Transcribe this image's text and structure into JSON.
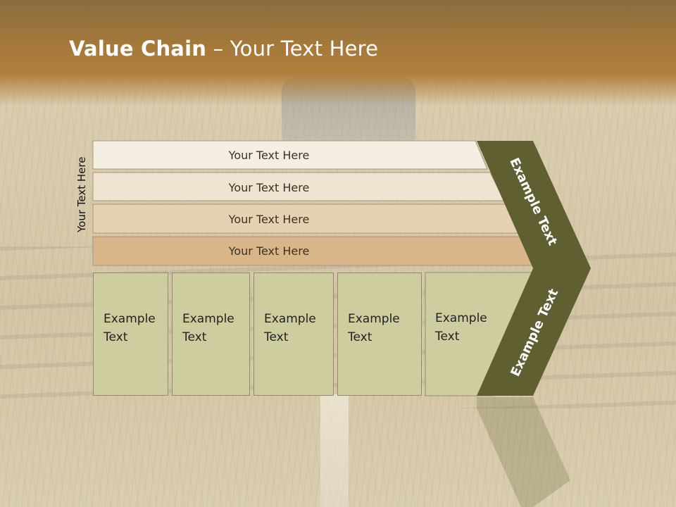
{
  "slide": {
    "title_bold": "Value Chain",
    "title_rest": " – Your Text Here",
    "side_label": "Your Text Here",
    "bars": [
      {
        "label": "Your Text Here",
        "color": "#f5efe3"
      },
      {
        "label": "Your Text Here",
        "color": "#efe3d2"
      },
      {
        "label": "Your Text Here",
        "color": "#e6d1b3"
      },
      {
        "label": "Your Text Here",
        "color": "#d8b68a"
      }
    ],
    "columns": [
      {
        "line1": "Example",
        "line2": "Text"
      },
      {
        "line1": "Example",
        "line2": "Text"
      },
      {
        "line1": "Example",
        "line2": "Text"
      },
      {
        "line1": "Example",
        "line2": "Text"
      },
      {
        "line1": "Example",
        "line2": "Text"
      }
    ],
    "chevron_top": "Example Text",
    "chevron_bottom": "Example Text",
    "colors": {
      "header": "#a7793a",
      "chevron": "#5f5f32",
      "column": "#cecd9f"
    }
  }
}
